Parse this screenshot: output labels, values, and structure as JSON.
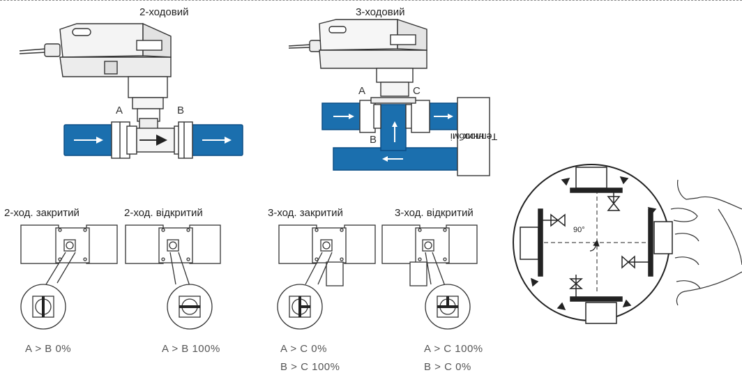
{
  "titles": {
    "two_way": "2-ходовий",
    "three_way": "3-ходовий"
  },
  "ports": {
    "a": "A",
    "b": "B",
    "c": "C"
  },
  "heat_exchanger": {
    "line1": "Теплообмі",
    "line2": "нник"
  },
  "states": [
    {
      "label": "2-ход. закритий",
      "line1": "A > B 0%",
      "line2": ""
    },
    {
      "label": "2-ход. відкритий",
      "line1": "A > B 100%",
      "line2": ""
    },
    {
      "label": "3-ход. закритий",
      "line1": "A > C 0%",
      "line2": "B > C 100%"
    },
    {
      "label": "3-ход. відкритий",
      "line1": "A > C 100%",
      "line2": "B > C 0%"
    }
  ],
  "angle_label": "90°",
  "colors": {
    "pipe": "#1b6fae",
    "pipe_dark": "#0c4f86",
    "line": "#333333"
  }
}
